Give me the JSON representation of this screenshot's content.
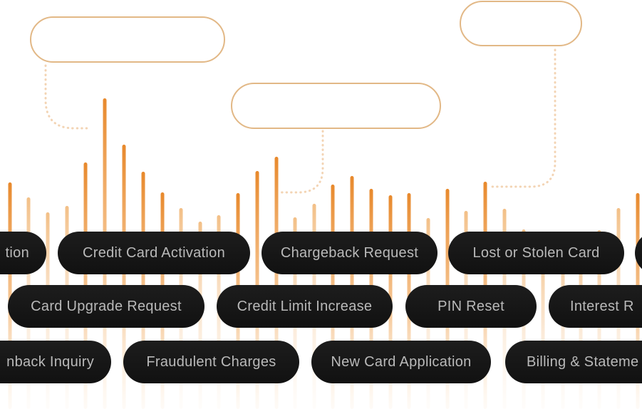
{
  "colors": {
    "accent": "#e8892c",
    "callout_border": "#e2b886",
    "pill_background": "#141414",
    "pill_text": "#b9b9b9"
  },
  "callouts": [
    {
      "id": "callout-1",
      "text": ""
    },
    {
      "id": "callout-2",
      "text": ""
    },
    {
      "id": "callout-3",
      "text": ""
    }
  ],
  "rows": [
    {
      "items": [
        {
          "label": "tion"
        },
        {
          "label": "Credit Card Activation"
        },
        {
          "label": "Chargeback Request"
        },
        {
          "label": "Lost or Stolen Card"
        },
        {
          "label": ""
        }
      ]
    },
    {
      "items": [
        {
          "label": "Card Upgrade Request"
        },
        {
          "label": "Credit Limit Increase"
        },
        {
          "label": "PIN Reset"
        },
        {
          "label": "Interest R"
        }
      ]
    },
    {
      "items": [
        {
          "label": "nback Inquiry"
        },
        {
          "label": "Fraudulent Charges"
        },
        {
          "label": "New Card Application"
        },
        {
          "label": "Billing & Stateme"
        }
      ]
    }
  ]
}
